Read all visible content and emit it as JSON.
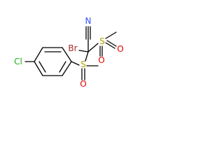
{
  "molecule": {
    "atoms": {
      "nitrogen": "N",
      "bromine": "Br",
      "sulfur_top": "S",
      "oxygen_top_left": "O",
      "oxygen_top_right": "O",
      "chlorine": "Cl",
      "sulfur_bottom": "S",
      "oxygen_bottom": "O"
    },
    "colors": {
      "bond": "#000000",
      "nitrogen": "#3050F8",
      "bromine": "#A62929",
      "sulfur": "#B2A000",
      "oxygen": "#E00000",
      "chlorine": "#1FB01F"
    }
  }
}
